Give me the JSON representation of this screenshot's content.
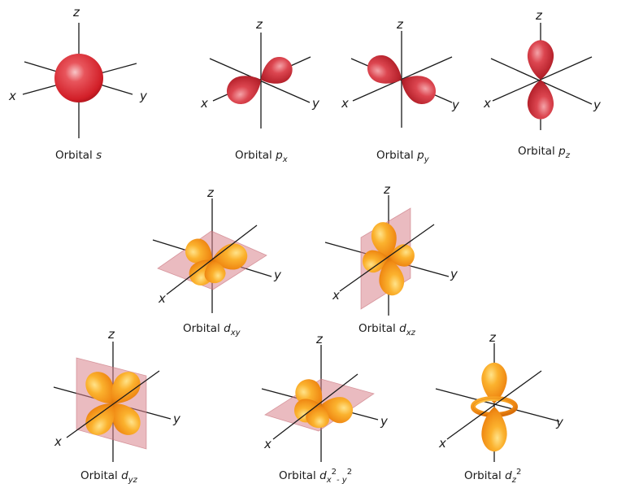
{
  "colors": {
    "p_orbital": "#c8323c",
    "d_orbital": "#f5a020",
    "nodal_plane": "#d9848c",
    "axis": "#1a1a1a"
  },
  "axis_labels": {
    "x": "x",
    "y": "y",
    "z": "z"
  },
  "orbitals": [
    {
      "id": "s",
      "caption": "Orbital",
      "name": "s",
      "sub": "",
      "sup1": "",
      "sub2": "",
      "sup2": ""
    },
    {
      "id": "px",
      "caption": "Orbital",
      "name": "p",
      "sub": "x",
      "sup1": "",
      "sub2": "",
      "sup2": ""
    },
    {
      "id": "py",
      "caption": "Orbital",
      "name": "p",
      "sub": "y",
      "sup1": "",
      "sub2": "",
      "sup2": ""
    },
    {
      "id": "pz",
      "caption": "Orbital",
      "name": "p",
      "sub": "z",
      "sup1": "",
      "sub2": "",
      "sup2": ""
    },
    {
      "id": "dxy",
      "caption": "Orbital",
      "name": "d",
      "sub": "xy",
      "sup1": "",
      "sub2": "",
      "sup2": ""
    },
    {
      "id": "dxz",
      "caption": "Orbital",
      "name": "d",
      "sub": "xz",
      "sup1": "",
      "sub2": "",
      "sup2": ""
    },
    {
      "id": "dyz",
      "caption": "Orbital",
      "name": "d",
      "sub": "yz",
      "sup1": "",
      "sub2": "",
      "sup2": ""
    },
    {
      "id": "dx2y2",
      "caption": "Orbital",
      "name": "d",
      "sub": "x",
      "sup1": "2",
      "sub2": "- y",
      "sup2": "2"
    },
    {
      "id": "dz2",
      "caption": "Orbital",
      "name": "d",
      "sub": "z",
      "sup1": "2",
      "sub2": "",
      "sup2": ""
    }
  ]
}
